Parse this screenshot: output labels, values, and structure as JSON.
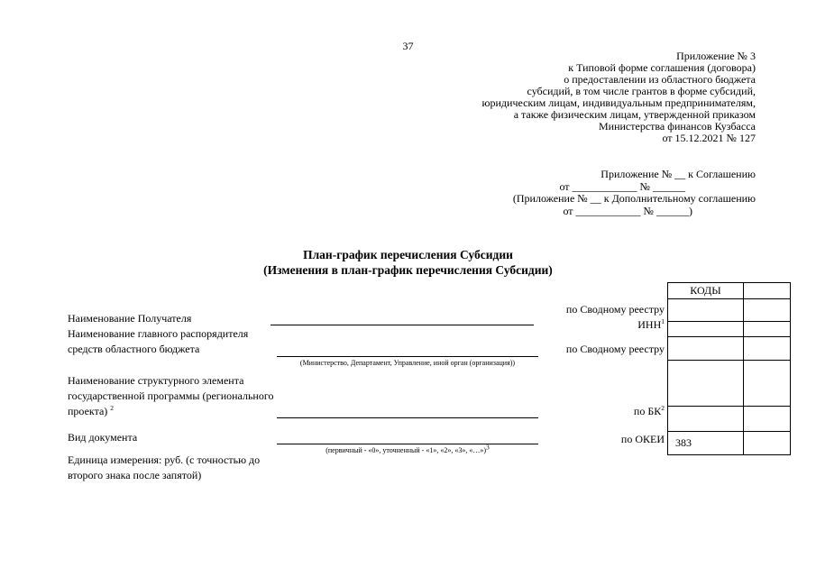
{
  "page": {
    "number": "37"
  },
  "appendix_header": {
    "lines": [
      "Приложение № 3",
      "к Типовой форме соглашения (договора)",
      "о предоставлении из областного бюджета",
      "субсидий, в том числе грантов в форме субсидий,",
      "юридическим лицам, индивидуальным предпринимателям,",
      "а также физическим лицам, утвержденной приказом",
      "Министерства финансов Кузбасса",
      "от 15.12.2021 № 127"
    ]
  },
  "agreement_header": {
    "lines": [
      "Приложение № __ к Соглашению",
      "от ____________ № ______",
      "(Приложение № __ к Дополнительному соглашению",
      "от ____________ № ______)"
    ]
  },
  "title": {
    "line1": "План-график перечисления Субсидии",
    "line2": "(Изменения в план-график перечисления Субсидии)"
  },
  "fields": {
    "recipient_label": "Наименование Получателя",
    "grbs_label": "Наименование главного распорядителя средств областного бюджета",
    "grbs_caption": "(Министерство, Департамент, Управление, иной орган (организация))",
    "program_label": "Наименование структурного элемента государственной программы (регионального проекта)",
    "program_sup": "2",
    "doc_type_label": "Вид документа",
    "doc_type_caption": "(первичный - «0», уточненный - «1», «2», «3», «…»)",
    "doc_type_caption_sup": "3",
    "unit_label": "Единица измерения: руб. (с точностью до второго знака после запятой)"
  },
  "codes_box": {
    "header": "КОДЫ",
    "labels": [
      {
        "text": "по Сводному реестру",
        "sup": ""
      },
      {
        "text": "ИНН",
        "sup": "1"
      },
      {
        "text": "по Сводному реестру",
        "sup": ""
      },
      {
        "text": "по БК",
        "sup": "2"
      },
      {
        "text": "по ОКЕИ",
        "sup": ""
      }
    ],
    "okei_value": "383"
  }
}
